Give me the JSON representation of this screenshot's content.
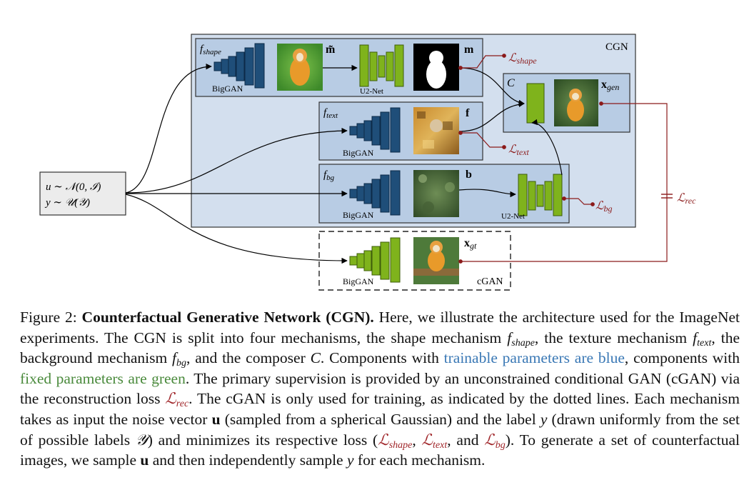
{
  "figure": {
    "cgn_label": "CGN",
    "input": {
      "line1": "u ∼ 𝒩(0, ℐ)",
      "line2": "y ∼ 𝒰(𝒴)"
    },
    "shape": {
      "f": "f",
      "sub": "shape",
      "gen_label": "BigGAN",
      "tilde_m": "m̃",
      "u2net_label": "U2-Net",
      "m": "m",
      "loss": "ℒ",
      "loss_sub": "shape"
    },
    "text": {
      "f": "f",
      "sub": "text",
      "gen_label": "BigGAN",
      "out": "f",
      "loss": "ℒ",
      "loss_sub": "text"
    },
    "bg": {
      "f": "f",
      "sub": "bg",
      "gen_label": "BigGAN",
      "out": "b",
      "u2net_label": "U2-Net",
      "loss": "ℒ",
      "loss_sub": "bg"
    },
    "composer": {
      "label": "C",
      "out": "x",
      "out_sub": "gen"
    },
    "rec": {
      "loss": "ℒ",
      "loss_sub": "rec"
    },
    "cgan": {
      "gen_label": "BigGAN",
      "out": "x",
      "out_sub": "gt",
      "label": "cGAN"
    },
    "colors": {
      "trainable": "#1f4e79",
      "fixed": "#7fb31c",
      "loss": "#8b1a1a",
      "panel": "#b8cce4"
    }
  },
  "caption": {
    "label": "Figure 2:",
    "title": "Counterfactual Generative Network (CGN).",
    "t1": " Here, we illustrate the architecture used for the ImageNet experiments. The CGN is split into four mechanisms, the shape mechanism ",
    "f_shape": "f",
    "f_shape_sub": "shape",
    "t2": ", the texture mechanism ",
    "f_text": "f",
    "f_text_sub": "text",
    "t3": ", the background mechanism ",
    "f_bg": "f",
    "f_bg_sub": "bg",
    "t4": ", and the composer ",
    "C": "C",
    "t5": ". Components with ",
    "blue": "trainable parameters are blue",
    "t6": ", components with ",
    "green": "fixed parameters are green",
    "t7": ". The primary supervision is provided by an unconstrained conditional GAN (cGAN) via the reconstruction loss ",
    "L_rec": "ℒ",
    "L_rec_sub": "rec",
    "t8": ". The cGAN is only used for training, as indicated by the dotted lines. Each mechanism takes as input the noise vector ",
    "u1": "u",
    "t9": " (sampled from a spherical Gaussian) and the label ",
    "y1": "y",
    "t10": " (drawn uniformly from the set of possible labels ",
    "Y": "𝒴",
    "t11": ") and minimizes its respective loss (",
    "L_shape": "ℒ",
    "L_shape_sub": "shape",
    "t12": ", ",
    "L_text": "ℒ",
    "L_text_sub": "text",
    "t13": ", and ",
    "L_bg": "ℒ",
    "L_bg_sub": "bg",
    "t14": "). To generate a set of counterfactual images, we sample ",
    "u2": "u",
    "t15": " and then independently sample ",
    "y2": "y",
    "t16": " for each mechanism."
  }
}
